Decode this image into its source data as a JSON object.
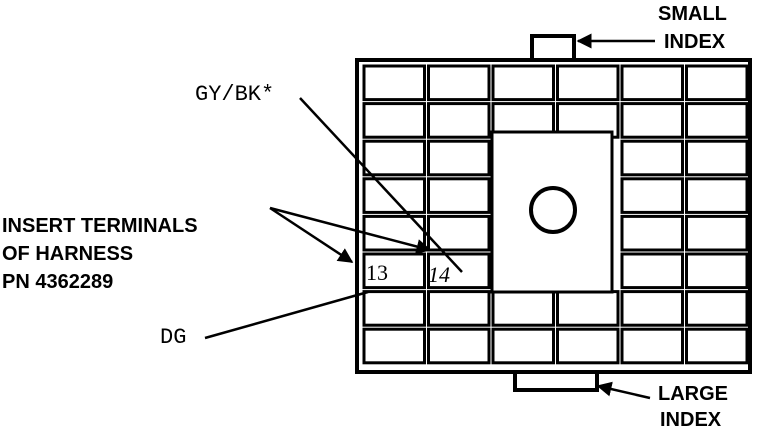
{
  "labels": {
    "small_index": [
      "SMALL",
      "INDEX"
    ],
    "large_index": [
      "LARGE",
      "INDEX"
    ],
    "wire_gy_bk": "GY/BK*",
    "wire_dg": "DG",
    "insert_note": [
      "INSERT TERMINALS",
      "OF HARNESS",
      "PN 4362289"
    ]
  },
  "terminals": {
    "left": "13",
    "right": "14"
  }
}
